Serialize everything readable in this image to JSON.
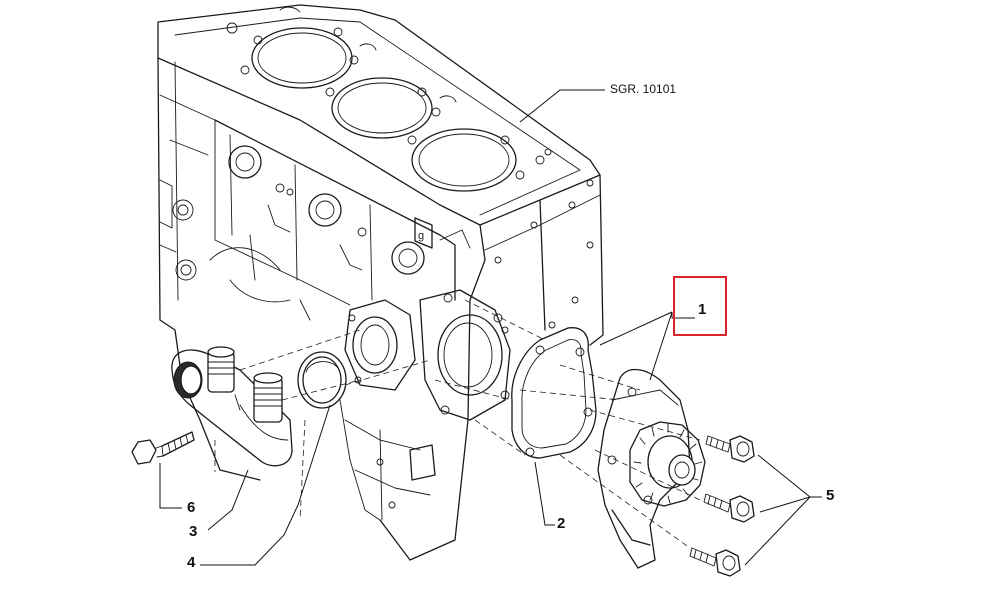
{
  "diagram": {
    "ref_label": "SGR. 10101",
    "callouts": [
      {
        "id": "1",
        "text": "1"
      },
      {
        "id": "2",
        "text": "2"
      },
      {
        "id": "3",
        "text": "3"
      },
      {
        "id": "4",
        "text": "4"
      },
      {
        "id": "5",
        "text": "5"
      },
      {
        "id": "6",
        "text": "6"
      }
    ],
    "highlight_color": "#d9252b",
    "line_color": "#1a1a1a"
  }
}
